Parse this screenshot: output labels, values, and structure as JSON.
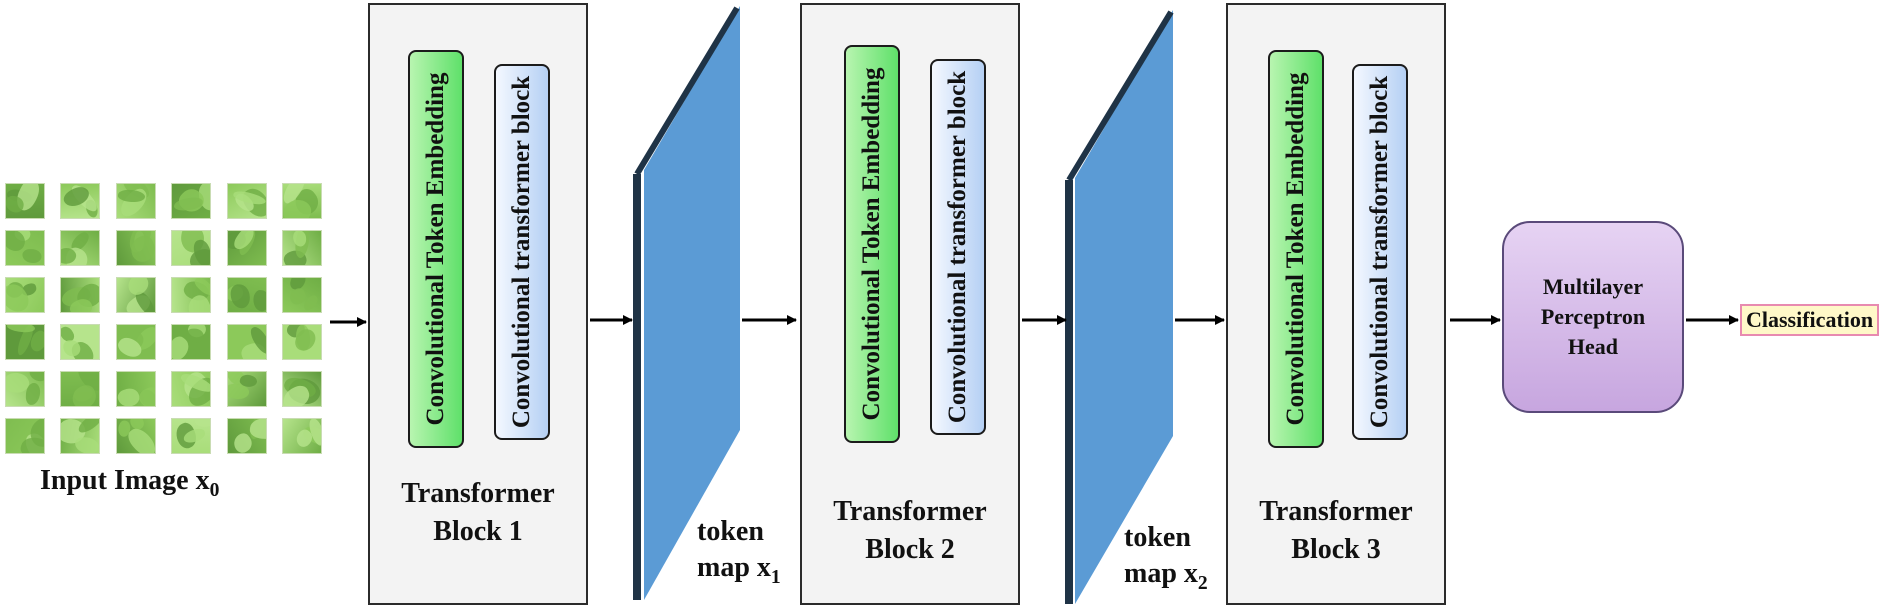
{
  "input": {
    "label_main": "Input Image x",
    "label_sub": "0"
  },
  "blocks": [
    {
      "title_line1": "Transformer",
      "title_line2": "Block 1",
      "embed_label": "Convolutional  Token Embedding",
      "transformer_label": "Convolutional transformer block"
    },
    {
      "title_line1": "Transformer",
      "title_line2": "Block 2",
      "embed_label": "Convolutional  Token Embedding",
      "transformer_label": "Convolutional transformer block"
    },
    {
      "title_line1": "Transformer",
      "title_line2": "Block 3",
      "embed_label": "Convolutional  Token Embedding",
      "transformer_label": "Convolutional transformer block"
    }
  ],
  "token_maps": [
    {
      "line1": "token",
      "line2_main": "map x",
      "line2_sub": "1"
    },
    {
      "line1": "token",
      "line2_main": "map x",
      "line2_sub": "2"
    }
  ],
  "mlp": {
    "line1": "Multilayer",
    "line2": "Perceptron",
    "line3": "Head"
  },
  "output": {
    "label": "Classification"
  },
  "colors": {
    "token_map_face": "#5b9bd5",
    "token_map_edge": "#1f3346",
    "embed_box": "#5fe06a",
    "transformer_box": "#b5d0f4",
    "mlp_head": "#c7a6df",
    "block_background": "#f3f3f3"
  }
}
